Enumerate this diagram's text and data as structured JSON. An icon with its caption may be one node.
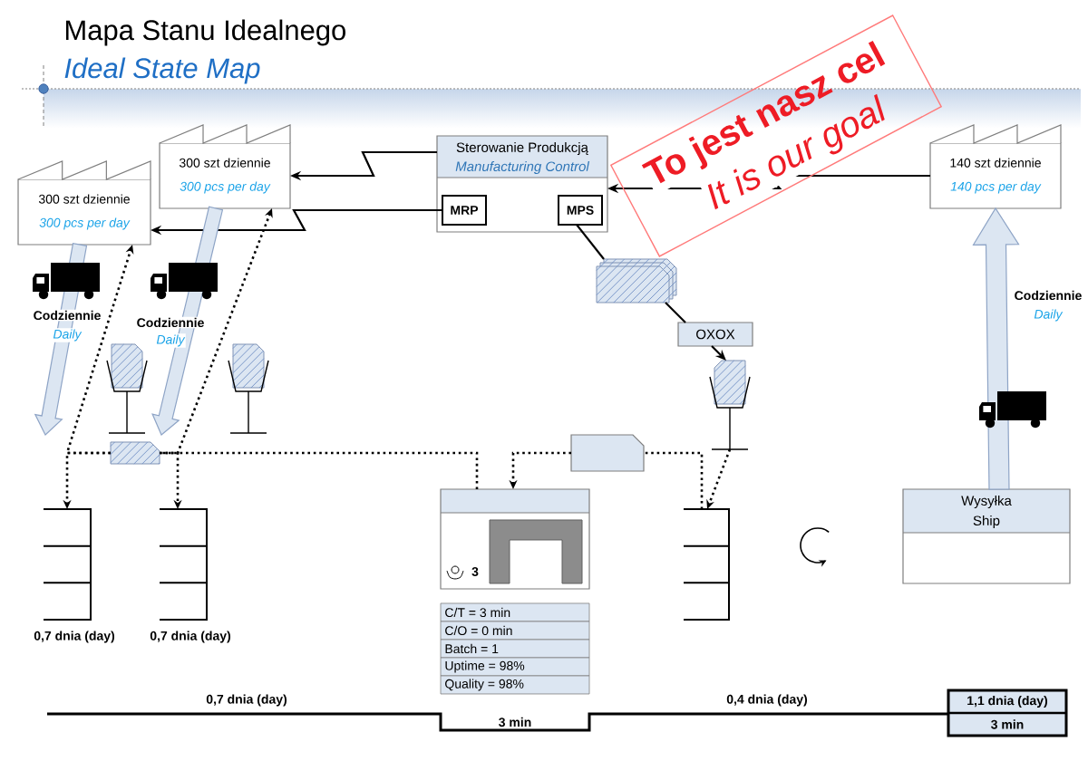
{
  "diagram": {
    "title": "Mapa Stanu Idealnego",
    "nodes": [
      {
        "text": [
          "300 szt dziennie",
          "300 pcs per day"
        ]
      },
      {
        "text": [
          "300 szt dziennie",
          "300 pcs per day"
        ]
      },
      {
        "text": [
          "Sterowanie Produkcją",
          "Manufacturing Control"
        ]
      },
      {
        "text": [
          "MRP"
        ],
        "in": 2
      },
      {
        "text": [
          "MPS"
        ],
        "in": 2
      },
      {
        "text": [
          "140 szt dziennie",
          "140 pcs per day"
        ]
      },
      {
        "text": [],
        "shape": "card"
      },
      {
        "text": [
          "OXOX"
        ]
      },
      {
        "text": [],
        "shape": "post"
      },
      {
        "text": [],
        "shape": "post"
      },
      {
        "text": [],
        "shape": "post"
      },
      {
        "text": [],
        "shape": "card"
      },
      {
        "text": [],
        "shape": "card"
      },
      {
        "text": [
          "3"
        ]
      },
      {
        "text": [
          "C/T = 3 min",
          "C/O = 0 min",
          "Batch = 1",
          "Uptime = 98%",
          "Quality = 98%"
        ]
      },
      {
        "text": [],
        "shape": "shelf",
        "beside": [
          "0,7 dnia (day)"
        ]
      },
      {
        "text": [],
        "shape": "shelf",
        "beside": [
          "0,7 dnia (day)"
        ]
      },
      {
        "text": [],
        "shape": "shelf"
      },
      {
        "text": [
          "Wysyłka",
          "Ship"
        ]
      },
      {
        "text": [
          "1,1 dnia (day)",
          "3 min"
        ]
      }
    ],
    "edges": [
      {
        "from": 2,
        "to": 1,
        "arrow": "to"
      },
      {
        "from": 3,
        "to": 0,
        "arrow": "to"
      },
      {
        "from": 5,
        "to": 2,
        "arrow": "to"
      },
      {
        "from": 4,
        "to": 6,
        "arrow": "none"
      },
      {
        "from": 6,
        "to": 7,
        "arrow": "none"
      },
      {
        "from": 7,
        "to": 10,
        "arrow": "to"
      },
      {
        "from": 0,
        "to": null,
        "arrow": "to",
        "style": "thick",
        "color": "#dce6f2"
      },
      {
        "from": 1,
        "to": null,
        "arrow": "to",
        "style": "thick",
        "color": "#dce6f2"
      },
      {
        "from": 18,
        "to": 5,
        "arrow": "to",
        "style": "thick",
        "color": "#dce6f2"
      },
      {
        "from": 11,
        "to": 15,
        "arrow": "to",
        "style": "dashed"
      },
      {
        "from": 11,
        "to": 16,
        "arrow": "to",
        "style": "dashed"
      },
      {
        "from": 11,
        "to": 0,
        "arrow": "to",
        "style": "dashed"
      },
      {
        "from": 11,
        "to": 1,
        "arrow": "to",
        "style": "dashed"
      },
      {
        "from": 13,
        "to": 11,
        "arrow": "none",
        "style": "dashed"
      },
      {
        "from": 12,
        "to": 13,
        "arrow": "to",
        "style": "dashed"
      },
      {
        "from": 17,
        "to": 12,
        "arrow": "none",
        "style": "dashed"
      },
      {
        "from": 10,
        "to": 17,
        "arrow": "to",
        "style": "dashed"
      }
    ],
    "labels": [
      "Ideal State Map",
      "To jest nasz cel",
      "It is our goal",
      "Codziennie",
      "Daily",
      "Codziennie",
      "Daily",
      "Codziennie",
      "Daily",
      "0,7 dnia (day)",
      "3 min",
      "0,4 dnia (day)"
    ]
  }
}
